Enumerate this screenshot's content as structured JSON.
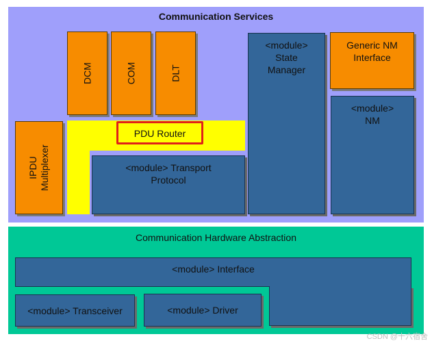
{
  "communication_services": {
    "title": "Communication Services",
    "dcm": "DCM",
    "com": "COM",
    "dlt": "DLT",
    "ipdu_multiplexer_line1": "IPDU",
    "ipdu_multiplexer_line2": "Multiplexer",
    "pdu_router": "PDU Router",
    "transport_protocol_line1": "<module> Transport",
    "transport_protocol_line2": "Protocol",
    "state_manager_line1": "<module>",
    "state_manager_line2": "State",
    "state_manager_line3": "Manager",
    "generic_nm_line1": "Generic NM",
    "generic_nm_line2": "Interface",
    "nm_line1": "<module>",
    "nm_line2": "NM"
  },
  "hardware_abstraction": {
    "title": "Communication Hardware Abstraction",
    "interface": "<module> Interface",
    "transceiver": "<module> Transceiver",
    "driver": "<module> Driver"
  },
  "watermark": "CSDN @十六宿舍",
  "colors": {
    "comm_services_bg": "#9f9ffb",
    "hw_abstraction_bg": "#00c896",
    "orange_module": "#f78c00",
    "blue_module": "#336699",
    "pdu_router_bg": "#ffff00",
    "highlight_border": "#e0201a"
  }
}
